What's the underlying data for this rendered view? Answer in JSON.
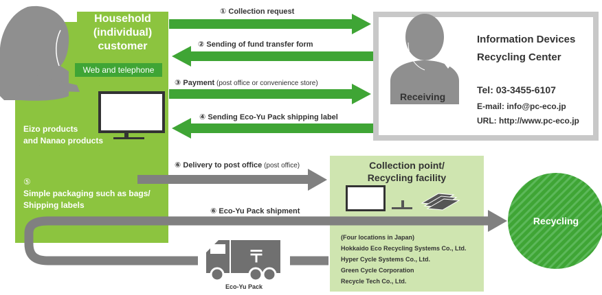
{
  "customer": {
    "title_line1": "Household",
    "title_line2": "(individual)",
    "title_line3": "customer",
    "channel": "Web and telephone",
    "products_line1": "Eizo products",
    "products_line2": "and Nanao products",
    "step5_number": "⑤",
    "step5_line1": "Simple packaging such as bags/",
    "step5_line2": "Shipping labels"
  },
  "center": {
    "receiving": "Receiving",
    "name_line1": "Information Devices",
    "name_line2": "Recycling Center",
    "tel": "Tel: 03-3455-6107",
    "email": "E-mail: info@pc-eco.jp",
    "url": "URL: http://www.pc-eco.jp"
  },
  "flows": {
    "step1": "① Collection request",
    "step2": "② Sending of fund transfer form",
    "step3_main": "③ Payment",
    "step3_note": " (post office or convenience store)",
    "step4": "④ Sending Eco-Yu Pack shipping label",
    "step6a_main": "⑥ Delivery to post office",
    "step6a_note": " (post office)",
    "step6b": "⑥ Eco-Yu Pack shipment"
  },
  "facility": {
    "title_line1": "Collection point/",
    "title_line2": "Recycling facility",
    "locations_header": "(Four locations in Japan)",
    "locations": [
      "Hokkaido Eco Recycling Systems Co., Ltd.",
      "Hyper Cycle Systems Co., Ltd.",
      "Green Cycle Corporation",
      "Recycle Tech Co., Ltd."
    ]
  },
  "truck": {
    "label": "Eco-Yu Pack",
    "post_mark": "〒"
  },
  "recycling": {
    "label": "Recycling"
  },
  "colors": {
    "dark_green": "#3fa535",
    "mid_green": "#8cc43f",
    "light_green": "#cfe5b0",
    "gray_arrow": "#808080",
    "silhouette": "#8f8f8f",
    "center_border": "#c8c8c8"
  }
}
